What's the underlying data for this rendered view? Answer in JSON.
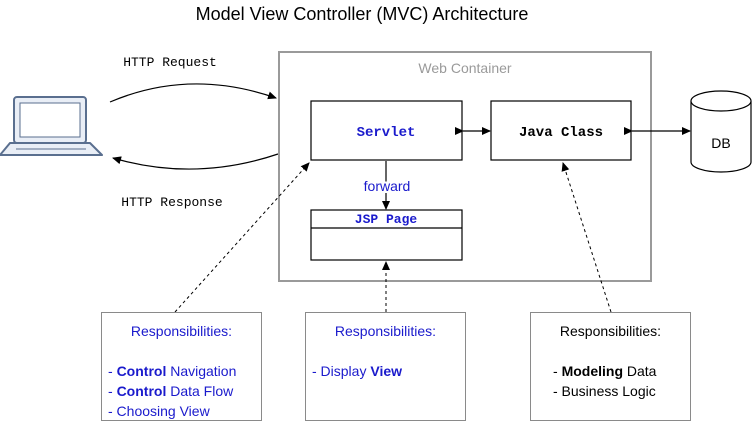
{
  "title": "Model View Controller (MVC) Architecture",
  "http_request": "HTTP Request",
  "http_response": "HTTP Response",
  "web_container": "Web Container",
  "servlet": "Servlet",
  "java_class": "Java Class",
  "db": "DB",
  "forward": "forward",
  "jsp_page": "JSP Page",
  "resp_controller": {
    "title": "Responsibilities:",
    "l1_bold": "Control",
    "l1_rest": " Navigation",
    "l2_bold": "Control",
    "l2_rest": " Data Flow",
    "l3": "- Choosing View"
  },
  "resp_view": {
    "title": "Responsibilities:",
    "l1_pre": "- Display ",
    "l1_bold": "View"
  },
  "resp_model": {
    "title": "Responsibilities:",
    "l1_bold": "Modeling",
    "l1_rest": " Data",
    "l2": "- Business Logic"
  },
  "colors": {
    "blue": "#1a1acc",
    "grey": "#9a9a9a",
    "laptop": "#5a6f8f"
  }
}
